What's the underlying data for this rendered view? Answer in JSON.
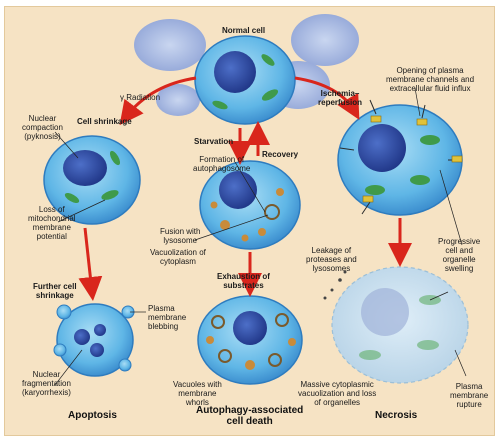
{
  "labels": {
    "normal_cell": "Normal cell",
    "gamma_radiation": "γ Radiation",
    "ischemia": "Ischemia–\nreperfusion",
    "cell_shrinkage": "Cell shrinkage",
    "nuclear_compaction": "Nuclear\ncompaction\n(pyknosis)",
    "starvation": "Starvation",
    "recovery": "Recovery",
    "autophagosome": "Formation of\nautophagosome",
    "plasma_channels": "Opening of plasma\nmembrane channels and\nextracellular fluid influx",
    "loss_mito": "Loss of\nmitochondrial\nmembrane\npotential",
    "fusion": "Fusion with\nlysosome",
    "vacuolization": "Vacuolization of\ncytoplasm",
    "leakage": "Leakage of\nproteases and\nlysosomes",
    "progressive_swelling": "Progressive\ncell and\norganelle\nswelling",
    "further_shrinkage": "Further cell\nshrinkage",
    "exhaustion": "Exhaustion of\nsubstrates",
    "blebbing": "Plasma\nmembrane\nblebbing",
    "nuclear_fragmentation": "Nuclear\nfragmentation\n(karyorrhexis)",
    "vacuoles_whorls": "Vacuoles with\nmembrane\nwhorls",
    "massive_vacuolization": "Massive cytoplasmic\nvacuolization and loss\nof organelles",
    "membrane_rupture": "Plasma\nmembrane\nrupture",
    "apoptosis": "Apoptosis",
    "autophagy_death": "Autophagy-associated\ncell death",
    "necrosis": "Necrosis"
  },
  "colors": {
    "panel_bg": "#f6e3c4",
    "cell_fill": "#5fb6e6",
    "nucleus_fill": "#2f4fa8",
    "arrow_red": "#d9261c",
    "mito_green": "#3f9a4a"
  }
}
